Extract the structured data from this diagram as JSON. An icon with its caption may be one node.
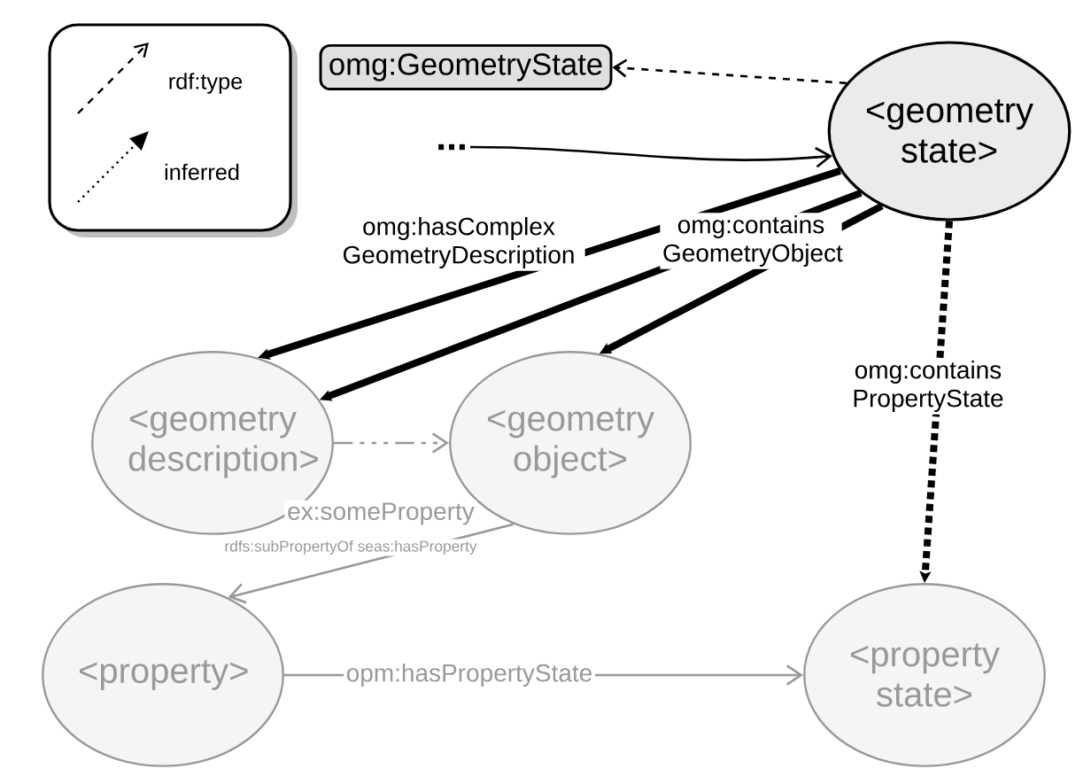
{
  "diagram": {
    "nodes": [
      {
        "text": [
          "omg:GeometryState"
        ]
      },
      {
        "text": [
          "..."
        ]
      },
      {
        "text": [
          "<geometry state>"
        ]
      },
      {
        "text": [
          "<geometry description>"
        ]
      },
      {
        "text": [
          "<geometry object>"
        ]
      },
      {
        "text": [
          "<property>"
        ]
      },
      {
        "text": [
          "<property state>"
        ]
      }
    ],
    "edges": [
      {
        "from": 2,
        "to": 0,
        "arrow": "to",
        "style": "dashed"
      },
      {
        "from": 1,
        "to": 2,
        "arrow": "to"
      },
      {
        "from": 2,
        "to": 3,
        "arrow": "to",
        "style": "thick",
        "label": "omg:hasComplex GeometryDescription"
      },
      {
        "from": 2,
        "to": 4,
        "arrow": "to",
        "style": "thick",
        "label": "omg:contains GeometryObject"
      },
      {
        "from": 2,
        "to": 3,
        "arrow": "to",
        "style": "thick"
      },
      {
        "from": 3,
        "to": 4,
        "arrow": "to",
        "style": "dashed",
        "color": "#999999"
      },
      {
        "from": 4,
        "to": 5,
        "arrow": "to",
        "color": "#999999",
        "label": "ex:someProperty"
      },
      {
        "from": 5,
        "to": 6,
        "arrow": "to",
        "color": "#999999",
        "label": "opm:hasPropertyState"
      },
      {
        "from": 2,
        "to": 6,
        "arrow": "to",
        "style": "dashed",
        "label": "omg:contains PropertyState"
      }
    ],
    "labels": [
      "rdfs:subPropertyOf seas:hasProperty"
    ],
    "legend": [
      {
        "text": "rdf:type"
      },
      {
        "text": "inferred"
      }
    ]
  }
}
